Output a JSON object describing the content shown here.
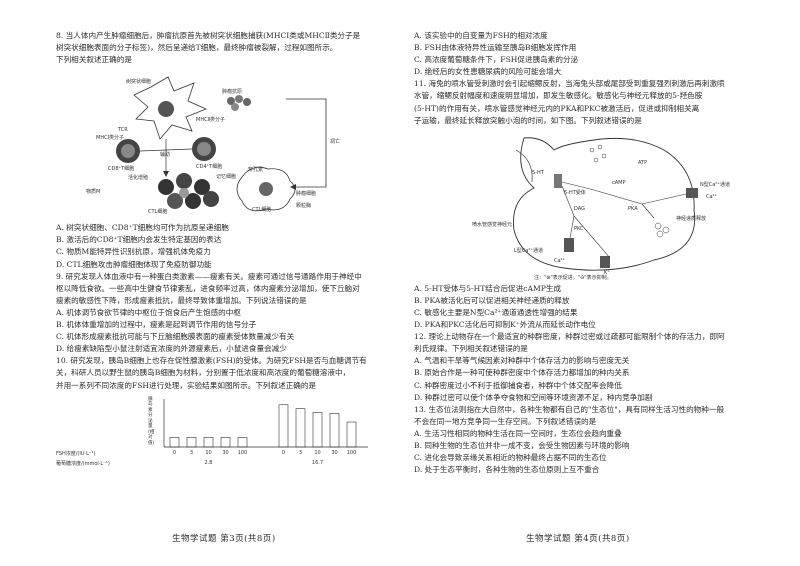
{
  "left": {
    "q8": {
      "lines": [
        "8. 当人体内产生肿瘤细胞后，肿瘤抗原首先被树突状细胞捕获(MHCⅠ类或MHCⅡ类分子是",
        "树突状细胞表面的分子标签)，然后呈递给T细胞，最终肿瘤被裂解，过程如图所示。",
        "下列相关叙述正确的是"
      ],
      "figure_labels": {
        "dendritic": "树突状细胞",
        "tumor_antigen": "肿瘤抗原",
        "mhc2": "MHCⅡ类分子",
        "tcr": "TCR",
        "mhc1": "MHCⅠ类分子",
        "cd8": "CD8⁺T细胞",
        "cd4": "CD4⁺T细胞",
        "assist": "辅助",
        "activate": "活化增殖",
        "memory": "记忆细胞",
        "ctl": "CTL细胞",
        "perforin": "穿孔素",
        "tumor_cell": "肿瘤细胞",
        "apoptosis": "凋亡",
        "ctl_cell": "CTL细胞",
        "m_sub": "物质M",
        "lysis": "裂解",
        "granzyme": "颗粒酶"
      },
      "options": [
        "A. 树突状细胞、CD8⁺T细胞均可作为抗原呈递细胞",
        "B. 激活后的CD8⁺T细胞内会发生特定基因的表达",
        "C. 物质M能特异性识别抗原，增强机体免疫力",
        "D. CTL细胞攻击肿瘤细胞体现了免疫防御功能"
      ]
    },
    "q9": {
      "lines": [
        "9. 研究发现人体血液中有一种蛋白类激素——瘦素有关。瘦素可通过信号通路作用于神经中",
        "枢以降低食欲。一些高中生健食节律紊乱，进食频率过高，体内瘦素分泌增加，使下丘脑对",
        "瘦素的敏感性下降，形成瘦素抵抗，最终导致体重增加。下列说法错误的是"
      ],
      "options": [
        "A. 机体调节食欲节律的中枢位于饱食后产生饱感的中枢",
        "B. 机体体重增加的过程中，瘦素是起到调节作用的信号分子",
        "C. 机体形成瘦素抵抗可能与下丘脑细胞膜表面的瘦素受体数量减少有关",
        "D. 给瘦素缺陷型小鼠注射适宜浓度的外源瘦素后，小鼠进食量会减少"
      ]
    },
    "q10": {
      "lines": [
        "10. 研究发现，胰岛B细胞上也存在促性腺激素(FSH)的受体。为研究FSH是否与血糖调节有",
        "关，科研人员以野生鼠的胰岛B细胞为材料，分别置于低浓度和高浓度的葡萄糖溶液中，",
        "并用一系列不同浓度的FSH进行处理，实验结果如图所示。下列叙述正确的是"
      ],
      "y_axis_label": "胰岛素分泌量(相对值)",
      "fsh_row_label": "FSH浓度/(IU·L⁻¹)",
      "glucose_row_label": "葡萄糖浓度/(mmol·L⁻¹)"
    },
    "footer": "生物学试题   第3页(共8页)"
  },
  "chart_data": {
    "type": "bar",
    "ylabel": "胰岛素分泌量(相对值)",
    "groups": [
      {
        "glucose": "2.8",
        "fsh": [
          "0",
          "3",
          "10",
          "30",
          "100"
        ],
        "values": [
          1.0,
          1.0,
          1.0,
          1.0,
          1.0
        ]
      },
      {
        "glucose": "16.7",
        "fsh": [
          "0",
          "3",
          "10",
          "30",
          "100"
        ],
        "values": [
          4.4,
          4.0,
          3.6,
          3.5,
          2.6
        ]
      }
    ]
  },
  "right": {
    "q10_options": [
      "A. 该实验中的自变量为FSH的相对浓度",
      "B. FSH由体液特异性运输至胰岛B细胞发挥作用",
      "C. 高浓度葡萄糖条件下，FSH促进胰岛素的分泌",
      "D. 绝经后的女性患糖尿病的风险可能会增大"
    ],
    "q11": {
      "lines": [
        "11. 海兔的喷水管受刺激时会引起缩鳃反射，当海兔头部或尾部受到重复强烈刺激后再刺激喷",
        "水管，缩鳃反射幅度和速度明显增加，即发生敏感化。敏感化与神经元释放的5-羟色胺",
        "(5-HT)的作用有关，喷水管感觉神经元内的PKA和PKC被激活后，促进或抑制相关离",
        "子运输，最终延长释放突触小泡的时间，如下图。下列叙述错误的是"
      ],
      "figure_labels": {
        "ht": "5-HT",
        "ht_receptor": "5-HT受体",
        "atp": "ATP",
        "camp": "cAMP",
        "n_channel": "N型Ca²⁺通道",
        "ca": "Ca²⁺",
        "pka": "PKA",
        "dag": "DAG",
        "pkc": "PKC",
        "sensory": "喷水管感觉神经元",
        "l_channel": "L型Ca²⁺通道",
        "k": "K⁺",
        "ca2": "Ca²⁺",
        "release": "神经递质释放",
        "note": "注：\"⊕\"表示促进，\"⊖\"表示抑制。"
      },
      "options": [
        "A. 5-HT受体与5-HT结合后促进cAMP生成",
        "B. PKA被活化后可以促进相关神经递质的释放",
        "C. 敏感化主要是N型Ca²⁺通道通透性增强的结果",
        "D. PKA和PKC活化后可抑制K⁺外流从而延长动作电位"
      ]
    },
    "q12": {
      "lines": [
        "12. 理论上动物存在一个最适宜的种群密度，种群过密或过疏都可能限制个体的存活力，即阿",
        "利氏规律。下列相关叙述错误的是"
      ],
      "options": [
        "A. 气温和干旱等气候因素对种群中个体存活力的影响与密度无关",
        "B. 原始合作是一种可使种群密度中个体存活力都增加的种内关系",
        "C. 种群密度过小不利于抵御捕食者，种群中个体交配率会降低",
        "D. 种群过密可以使个体争夺食物和空间等环境资源不足，种内竞争加剧"
      ]
    },
    "q13": {
      "lines": [
        "13. 生态位法则指在大自然中，各种生物都有自己的\"生态位\"，具有同样生活习性的物种一般",
        "不会在同一地方竞争同一生存空间。下列叙述错误的是"
      ],
      "options": [
        "A. 生活习性相同的物种生活在同一空间时，生态位会趋向重叠",
        "B. 同种生物的生态位并非一成不变，会受生物因素与环境的影响",
        "C. 进化会导致亲缘关系相近的物种最终占据不同的生态位",
        "D. 处于生态平衡时，各种生物的生态位原则上互不重合"
      ]
    },
    "footer": "生物学试题   第4页(共8页)"
  }
}
